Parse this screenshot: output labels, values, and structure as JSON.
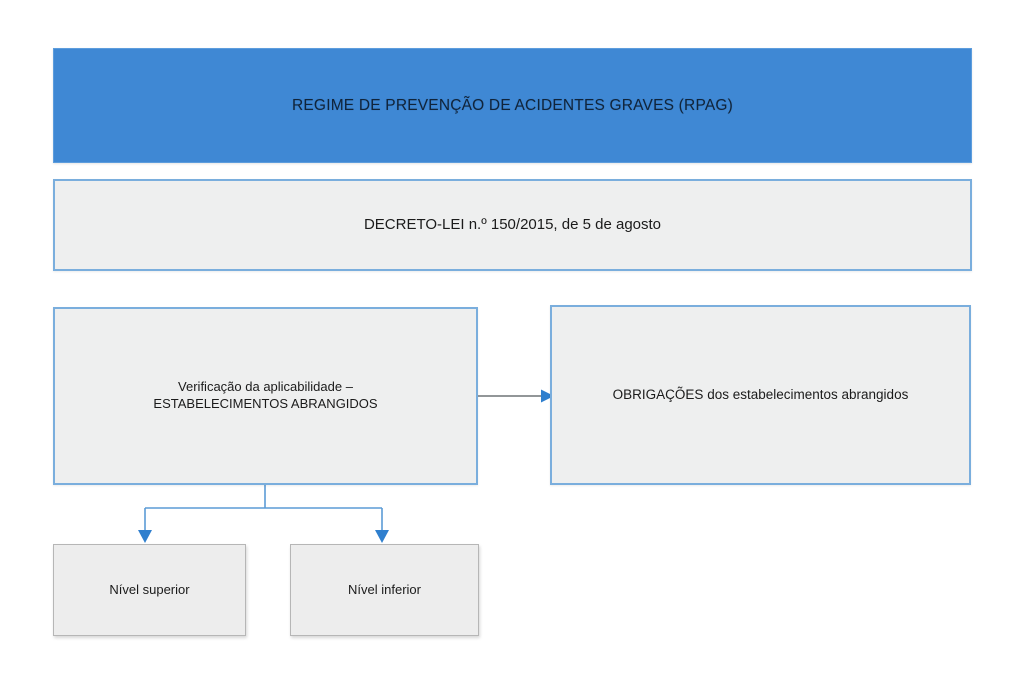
{
  "diagram": {
    "title": "REGIME DE PREVENÇÃO DE ACIDENTES GRAVES (RPAG)",
    "language": "pt",
    "type": "flowchart",
    "background_color": "#ffffff",
    "palette": {
      "banner_fill": "#3f88d4",
      "banner_text": "#10243a",
      "box_fill": "#eeefef",
      "blue_border": "#7aaedd",
      "grey_border": "#b6b6b6",
      "connector_blue": "#5b9bd5",
      "connector_grey": "#6f7377",
      "body_text": "#1b1b1b"
    },
    "nodes": [
      {
        "id": "banner",
        "label": "REGIME DE PREVENÇÃO DE ACIDENTES GRAVES (RPAG)",
        "style": "blue-filled-banner",
        "level": 0
      },
      {
        "id": "decree",
        "label": "DECRETO-LEI n.º 150/2015, de 5 de agosto",
        "style": "grey-fill-blue-outline",
        "level": 1
      },
      {
        "id": "verification",
        "label": "Verificação da aplicabilidade –\nESTABELECIMENTOS ABRANGIDOS",
        "line1": "Verificação da aplicabilidade –",
        "line2": "ESTABELECIMENTOS ABRANGIDOS",
        "style": "grey-fill-blue-outline",
        "level": 2
      },
      {
        "id": "obligations",
        "label": "OBRIGAÇÕES dos estabelecimentos abrangidos",
        "style": "grey-fill-blue-outline",
        "level": 2
      },
      {
        "id": "upper_level",
        "label": "Nível superior",
        "style": "grey-fill-grey-outline",
        "level": 3
      },
      {
        "id": "lower_level",
        "label": "Nível inferior",
        "style": "grey-fill-grey-outline",
        "level": 3
      }
    ],
    "edges": [
      {
        "id": "edge-verification-obligations",
        "from": "verification",
        "to": "obligations",
        "direction": "right",
        "arrowhead": true,
        "color": "#2f7fce"
      },
      {
        "id": "edge-verification-upper",
        "from": "verification",
        "to": "upper_level",
        "direction": "down",
        "arrowhead": true,
        "color": "#5b9bd5"
      },
      {
        "id": "edge-verification-lower",
        "from": "verification",
        "to": "lower_level",
        "direction": "down",
        "arrowhead": true,
        "color": "#5b9bd5"
      }
    ]
  }
}
